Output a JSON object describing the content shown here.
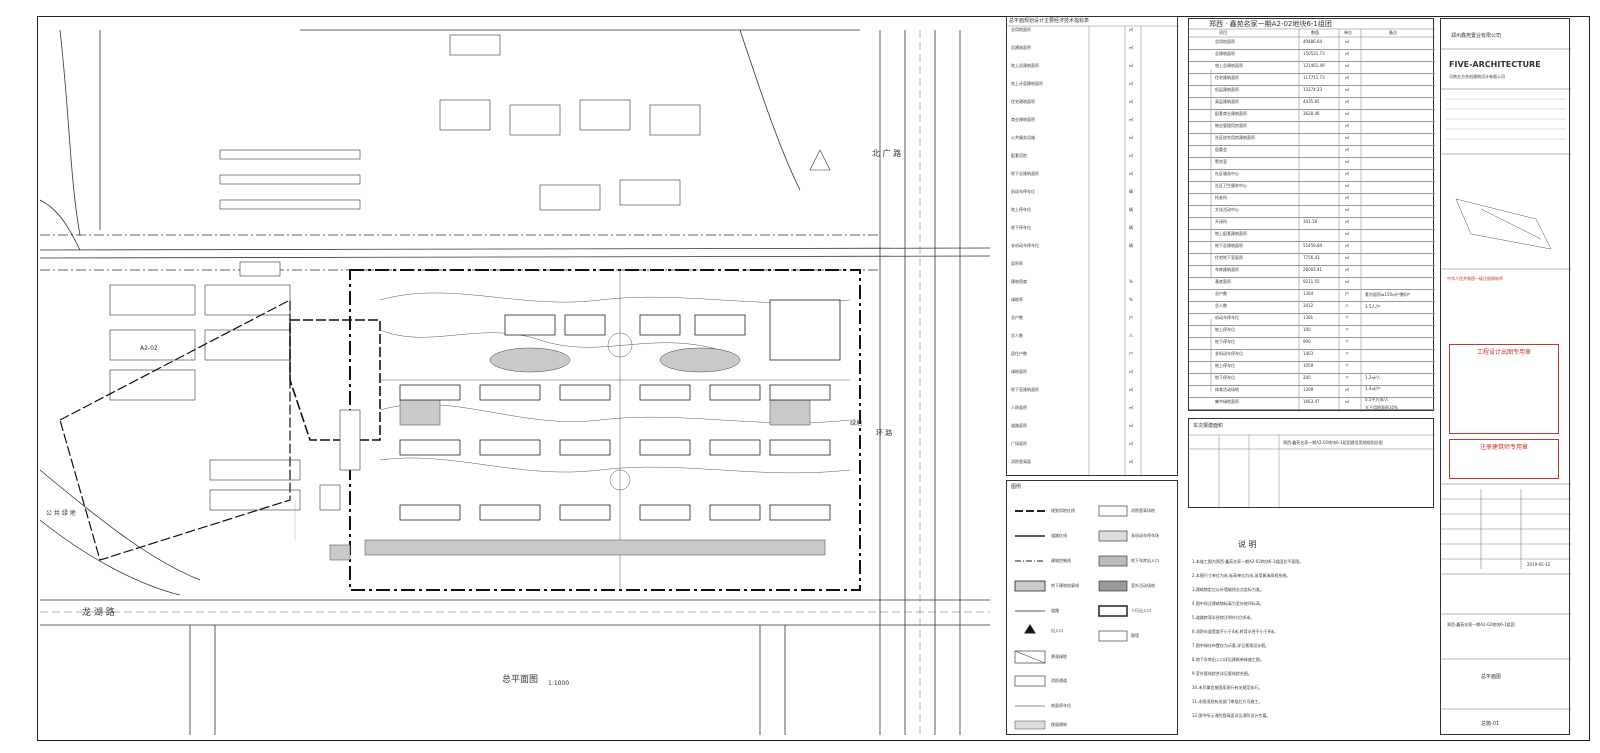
{
  "left_table": {
    "title": "总平面规划设计主要经济技术指标表",
    "rows": [
      "总用地面积",
      "总建筑面积",
      "地上总建筑面积",
      "地上计容建筑面积",
      "住宅建筑面积",
      "商业建筑面积",
      "公共服务设施",
      "配套用房",
      "地下总建筑面积",
      "机动车停车位",
      "地上停车位",
      "地下停车位",
      "非机动车停车位",
      "容积率",
      "建筑密度",
      "绿地率",
      "总户数",
      "总人数",
      "居住户数",
      "绿地面积",
      "地下室建筑面积",
      "人防面积",
      "道路面积",
      "广场面积",
      "消防登高面"
    ],
    "units": [
      "㎡",
      "㎡",
      "㎡",
      "㎡",
      "㎡",
      "㎡",
      "㎡",
      "㎡",
      "㎡",
      "辆",
      "辆",
      "辆",
      "辆",
      "",
      "%",
      "%",
      "户",
      "人",
      "户",
      "㎡",
      "㎡",
      "㎡",
      "㎡",
      "㎡",
      "㎡"
    ]
  },
  "right_table": {
    "title": "郑西 · 鑫苑名家一期A2-02地块6-1组团",
    "headers": [
      "项目",
      "数值",
      "单位",
      "备注"
    ],
    "rows": [
      {
        "k": "总用地面积",
        "v": "49486.64",
        "u": "㎡"
      },
      {
        "k": "总建筑面积",
        "v": "150531.73",
        "u": "㎡"
      },
      {
        "k": "地上总建筑面积",
        "v": "121461.49",
        "u": "㎡"
      },
      {
        "k": "住宅建筑面积",
        "v": "117711.73",
        "u": "㎡"
      },
      {
        "k": "低层建筑面积",
        "v": "13274.23",
        "u": "㎡"
      },
      {
        "k": "高层建筑面积",
        "v": "4435.85",
        "u": "㎡"
      },
      {
        "k": "配套商业建筑面积",
        "v": "3628.46",
        "u": "㎡"
      },
      {
        "k": "物业管理用房面积",
        "v": "",
        "u": "㎡"
      },
      {
        "k": "社区综合用房建筑面积",
        "v": "",
        "u": "㎡"
      },
      {
        "k": "居委会",
        "v": "",
        "u": "㎡"
      },
      {
        "k": "警务室",
        "v": "",
        "u": "㎡"
      },
      {
        "k": "社区服务中心",
        "v": "",
        "u": "㎡"
      },
      {
        "k": "社区卫生服务中心",
        "v": "",
        "u": "㎡"
      },
      {
        "k": "托老所",
        "v": "",
        "u": "㎡"
      },
      {
        "k": "文化活动中心",
        "v": "",
        "u": "㎡"
      },
      {
        "k": "开闭所",
        "v": "341.18",
        "u": "㎡"
      },
      {
        "k": "地上配套建筑面积",
        "v": "",
        "u": "㎡"
      },
      {
        "k": "地下总建筑面积",
        "v": "55459.84",
        "u": "㎡"
      },
      {
        "k": "住宅地下室面积",
        "v": "7756.43",
        "u": "㎡"
      },
      {
        "k": "车库建筑面积",
        "v": "26002.41",
        "u": "㎡"
      },
      {
        "k": "基底面积",
        "v": "9211.55",
        "u": "㎡"
      },
      {
        "k": "总户数",
        "v": "1364",
        "u": "户"
      },
      {
        "k": "总人数",
        "v": "3412",
        "u": "人"
      },
      {
        "k": "机动车停车位",
        "v": "1391",
        "u": "个"
      },
      {
        "k": "地上停车位",
        "v": "100",
        "u": "个"
      },
      {
        "k": "地下停车位",
        "v": "990",
        "u": "个"
      },
      {
        "k": "非机动车停车位",
        "v": "1403",
        "u": "个"
      },
      {
        "k": "地上停车位",
        "v": "1059",
        "u": "个"
      },
      {
        "k": "地下停车位",
        "v": "200",
        "u": "个"
      },
      {
        "k": "体育活动场地",
        "v": "1309",
        "u": "㎡"
      },
      {
        "k": "集中绿地面积",
        "v": "1663.47",
        "u": "㎡"
      }
    ],
    "notes": [
      "套内面积≥150㎡户数0户",
      "3.5人/户",
      "1.2㎡/人",
      "1.4㎡/户",
      "0.5平方米/人",
      "大于用地面积10%"
    ]
  },
  "plan_labels": {
    "scale_title": "总平面图",
    "scale": "1:1000",
    "road_bottom": "龙  湖  路",
    "park": "公 共 绿 地",
    "green": "绿地",
    "north_road": "北   广   路",
    "west_block": "A2-02",
    "ring_road": "环 路"
  },
  "legend": {
    "title": "图例",
    "items": [
      "规划用地红线",
      "道路红线",
      "建筑控制线",
      "地下建筑轮廓线",
      "道路",
      "出入口",
      "景观绿地",
      "消防通道",
      "消防登高场地",
      "非机动车停车场",
      "地下车库出入口",
      "室外活动场地",
      "人行出入口",
      "围墙",
      "地面停车位",
      "保留建筑"
    ]
  },
  "notes": {
    "title": "说   明",
    "lines": [
      "1.本施工图为郑西·鑫苑名家一期A2-02地块6-1组团总平面图。",
      "2.本图尺寸单位为米,标高单位为米,采用黄海高程系统。",
      "3.建筑物定位以外墙轴线交点坐标为准。",
      "4.图中所注建筑物标高为室外地坪标高。",
      "5.道路转弯半径除注明外均为6米。",
      "6.消防车道宽度不小于4米,转弯半径不小于9米。",
      "7.图中绿化布置仅为示意,详见景观设计图。",
      "8.地下车库出入口详见建筑单体施工图。",
      "9.室外管线综合详见管线综合图。",
      "10.未尽事宜按国家现行有关规范执行。",
      "11.本图须经有关部门审批后方可施工。",
      "12.图中所示消防登高面详见消防设计专篇。"
    ]
  },
  "small_table": {
    "title": "本次报建面积",
    "text": "郑西·鑫苑名家一期A2-02地块6-1组团建设用地规划总图"
  },
  "title_block": {
    "client": "郑州鑫苑置业有限公司",
    "firm": "河南五方合创建筑设计有限公司",
    "firm_en": "FIVE-ARCHITECTURE",
    "project": "郑西·鑫苑名家一期A2-02地块6-1组团",
    "drawing": "总平面图",
    "date": "2019-05-12",
    "sheet_no": "总施-01",
    "stamp1": "工程设计出图专用章",
    "stamp2": "注册建筑师专用章",
    "stamp3": "中华人民共和国一级注册建筑师"
  }
}
